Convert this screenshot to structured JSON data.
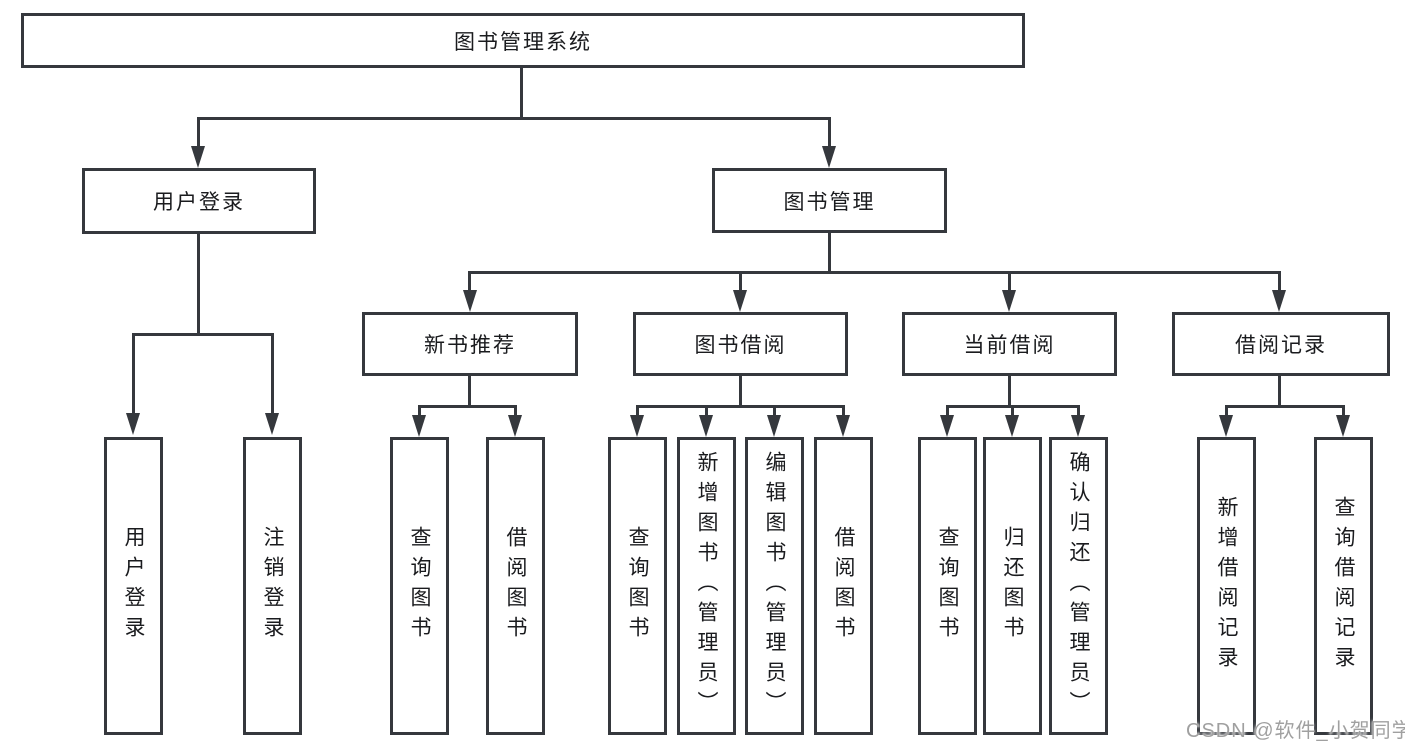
{
  "tree": {
    "root": {
      "label": "图书管理系统",
      "children": [
        {
          "label": "用户登录",
          "children": [
            {
              "label": "用户登录"
            },
            {
              "label": "注销登录"
            }
          ]
        },
        {
          "label": "图书管理",
          "children": [
            {
              "label": "新书推荐",
              "children": [
                {
                  "label": "查询图书"
                },
                {
                  "label": "借阅图书"
                }
              ]
            },
            {
              "label": "图书借阅",
              "children": [
                {
                  "label": "查询图书"
                },
                {
                  "label": "新增图书（管理员）"
                },
                {
                  "label": "编辑图书（管理员）"
                },
                {
                  "label": "借阅图书"
                }
              ]
            },
            {
              "label": "当前借阅",
              "children": [
                {
                  "label": "查询图书"
                },
                {
                  "label": "归还图书"
                },
                {
                  "label": "确认归还（管理员）"
                }
              ]
            },
            {
              "label": "借阅记录",
              "children": [
                {
                  "label": "新增借阅记录"
                },
                {
                  "label": "查询借阅记录"
                }
              ]
            }
          ]
        }
      ]
    }
  },
  "watermark": {
    "text": "CSDN @软件_小贺同学"
  },
  "colors": {
    "line": "#35383d",
    "text": "#1a1b1e",
    "background": "#ffffff",
    "watermark": "#a0a0a0"
  }
}
